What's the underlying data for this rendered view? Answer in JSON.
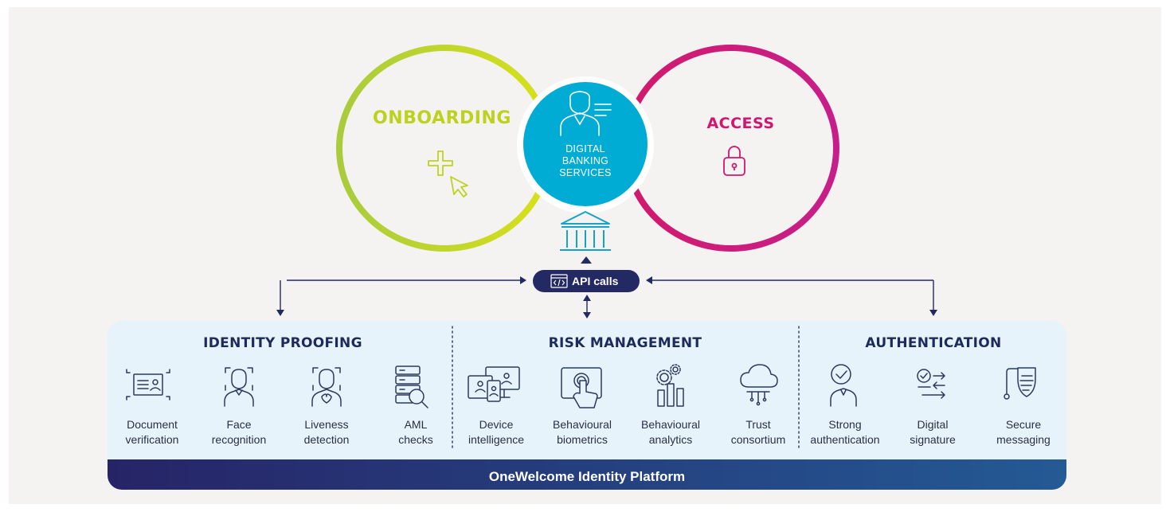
{
  "diagram": {
    "circles": {
      "onboarding": {
        "label": "ONBOARDING",
        "color": "#bdd21f"
      },
      "access": {
        "label": "ACCESS",
        "color": "#d1166e"
      },
      "center": {
        "label_lines": [
          "DIGITAL",
          "BANKING",
          "SERVICES"
        ],
        "color": "#00acd4"
      }
    },
    "api": {
      "label": "API calls",
      "color": "#232a63"
    },
    "sections": [
      {
        "title": "IDENTITY PROOFING",
        "items": [
          {
            "icon": "document-id-icon",
            "lines": [
              "Document",
              "verification"
            ]
          },
          {
            "icon": "face-scan-icon",
            "lines": [
              "Face",
              "recognition"
            ]
          },
          {
            "icon": "liveness-scan-icon",
            "lines": [
              "Liveness",
              "detection"
            ]
          },
          {
            "icon": "server-search-icon",
            "lines": [
              "AML",
              "checks"
            ]
          }
        ]
      },
      {
        "title": "RISK MANAGEMENT",
        "items": [
          {
            "icon": "devices-icon",
            "lines": [
              "Device",
              "intelligence"
            ]
          },
          {
            "icon": "tablet-touch-icon",
            "lines": [
              "Behavioural",
              "biometrics"
            ]
          },
          {
            "icon": "analytics-gears-icon",
            "lines": [
              "Behavioural",
              "analytics"
            ]
          },
          {
            "icon": "cloud-network-icon",
            "lines": [
              "Trust",
              "consortium"
            ]
          }
        ]
      },
      {
        "title": "AUTHENTICATION",
        "items": [
          {
            "icon": "verified-user-icon",
            "lines": [
              "Strong",
              "authentication"
            ]
          },
          {
            "icon": "signature-exchange-icon",
            "lines": [
              "Digital",
              "signature"
            ]
          },
          {
            "icon": "secure-message-icon",
            "lines": [
              "Secure",
              "messaging"
            ]
          }
        ]
      }
    ],
    "platform": {
      "label": "OneWelcome Identity Platform"
    },
    "colors": {
      "navy": "#232a63",
      "panel": "#e6f3fa",
      "icon": "#2d3a5e",
      "background": "#f4f3f1"
    }
  }
}
